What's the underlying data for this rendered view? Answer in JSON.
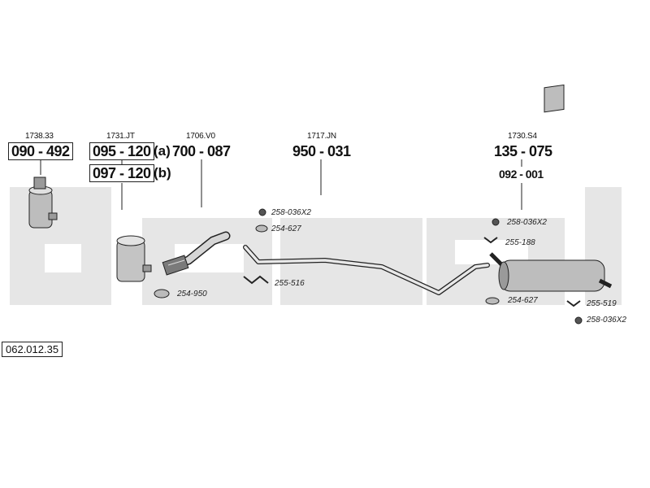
{
  "diagram_code": "062.012.35",
  "groups": [
    {
      "ref": "1738.33",
      "part_number": "090 - 492"
    },
    {
      "ref": "1731.JT",
      "part_a": "095 - 120",
      "suffix_a": "(a)",
      "part_b": "097 - 120",
      "suffix_b": "(b)"
    },
    {
      "ref": "1706.V0",
      "part_number": "700 - 087"
    },
    {
      "ref": "1717.JN",
      "part_number": "950 - 031"
    },
    {
      "ref": "1730.S4",
      "part_number": "135 - 075",
      "bracket_part": "092 - 001"
    }
  ],
  "accessories": [
    {
      "code": "258-036X2"
    },
    {
      "code": "254-627"
    },
    {
      "code": "255-516"
    },
    {
      "code": "254-950"
    },
    {
      "code": "258-036X2"
    },
    {
      "code": "255-188"
    },
    {
      "code": "254-627"
    },
    {
      "code": "255-519"
    },
    {
      "code": "258-036X2"
    }
  ],
  "colors": {
    "watermark": "#e6e6e6",
    "line": "#222222",
    "part_fill": "#bdbdbd",
    "part_dark": "#7a7a7a"
  }
}
